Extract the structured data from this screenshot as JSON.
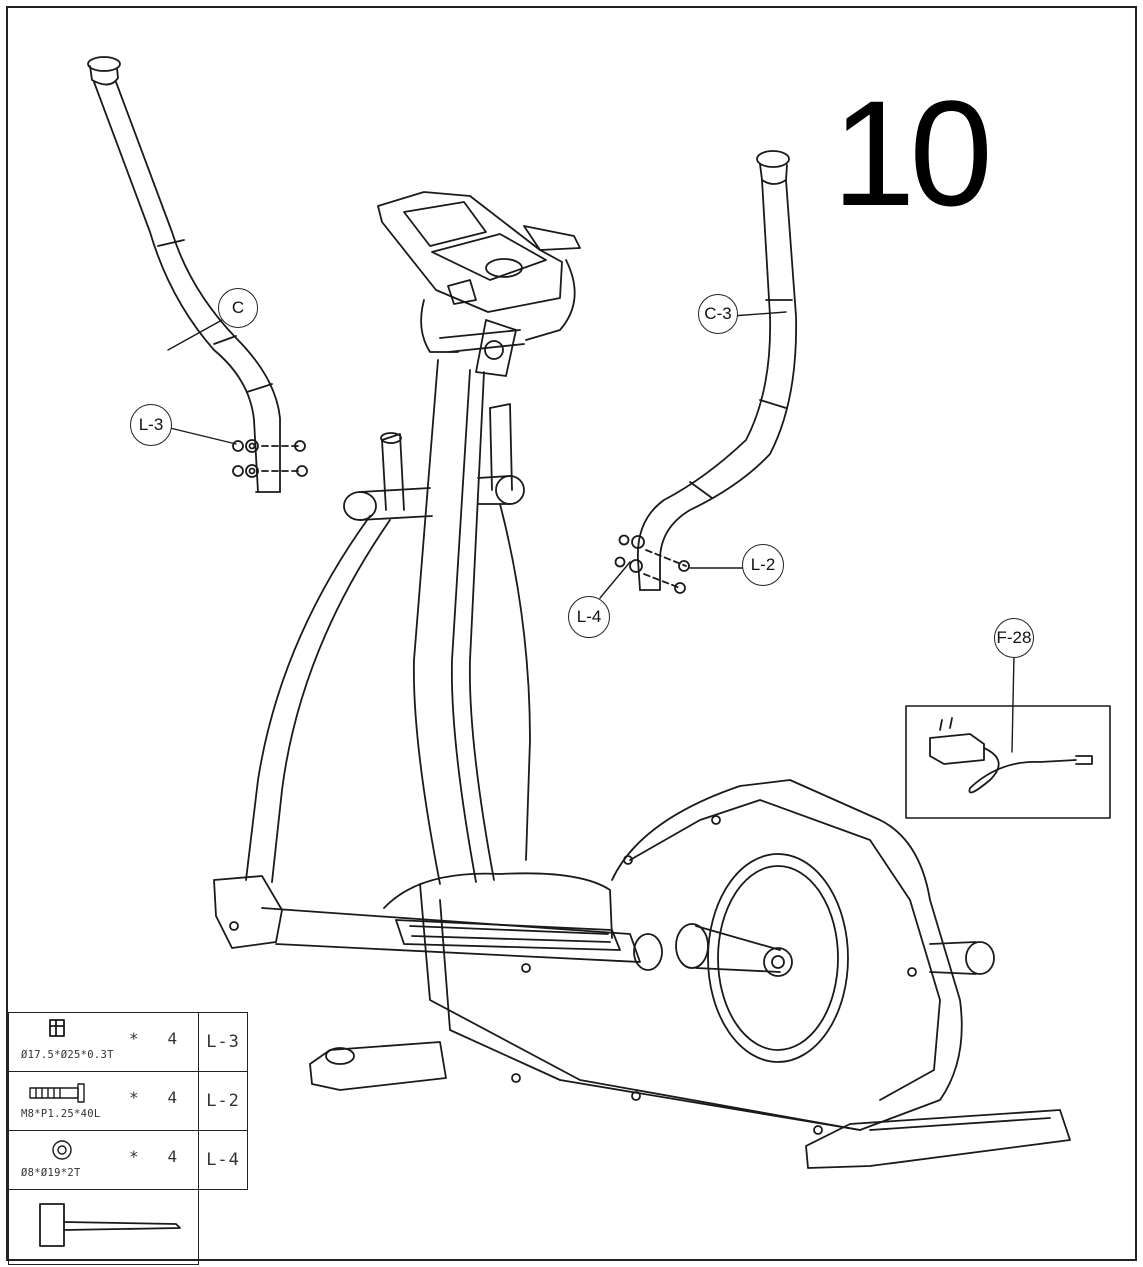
{
  "step": {
    "number": "10"
  },
  "callouts": {
    "c": "C",
    "c3": "C-3",
    "l3": "L-3",
    "l2": "L-2",
    "l4": "L-4",
    "f28": "F-28"
  },
  "parts": [
    {
      "code": "L-3",
      "qty": "4",
      "spec": "Ø17.5*Ø25*0.3T",
      "icon": "curved-washer-icon"
    },
    {
      "code": "L-2",
      "qty": "4",
      "spec": "M8*P1.25*40L",
      "icon": "bolt-icon"
    },
    {
      "code": "L-4",
      "qty": "4",
      "spec": "Ø8*Ø19*2T",
      "icon": "flat-washer-icon"
    }
  ],
  "tool": {
    "icon": "allen-wrench-icon"
  },
  "qty_symbol": "*"
}
